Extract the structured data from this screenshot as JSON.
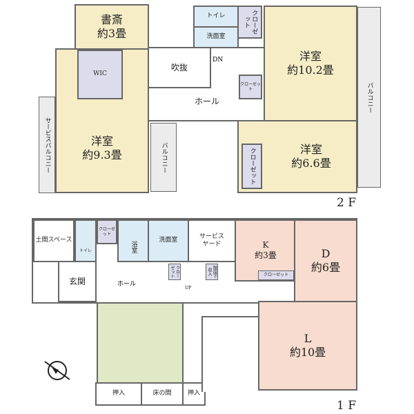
{
  "floor2": {
    "label": "2 F",
    "study": {
      "name": "書斎",
      "size": "約3畳"
    },
    "wic": "WIC",
    "bedroom_a": {
      "name": "洋室",
      "size": "約9.3畳"
    },
    "service_balcony": "サービスバルコニー",
    "balcony_left": "バルコニー",
    "void": "吹抜",
    "stair_dn": "DN",
    "hall": "ホール",
    "toilet": "トイレ",
    "washroom": "洗面室",
    "closet_top": "クローゼット",
    "closet_hall": "クローゼット",
    "bedroom_b": {
      "name": "洋室",
      "size": "約10.2畳"
    },
    "balcony_right": "バルコニー",
    "bedroom_c": {
      "name": "洋室",
      "size": "約6.6畳"
    },
    "closet_c": "クローゼット"
  },
  "floor1": {
    "label": "1 F",
    "doma": "土間スペース",
    "toilet": "トイレ",
    "closet": "クローゼット",
    "bath": "浴室",
    "washroom": "洗面室",
    "service_yard": "サービスヤード",
    "kitchen": {
      "name": "K",
      "size": "約3畳"
    },
    "dining": {
      "name": "D",
      "size": "約6畳"
    },
    "closet_k": "クローゼット",
    "entrance": "玄関",
    "hall": "ホール",
    "closet_stair": "クローゼット",
    "under_stair": "階段下収入",
    "stair_up": "UP",
    "oshiire_left": "押入",
    "tokonoma": "床の間",
    "oshiire_right": "押入",
    "living": {
      "name": "L",
      "size": "約10畳"
    }
  }
}
